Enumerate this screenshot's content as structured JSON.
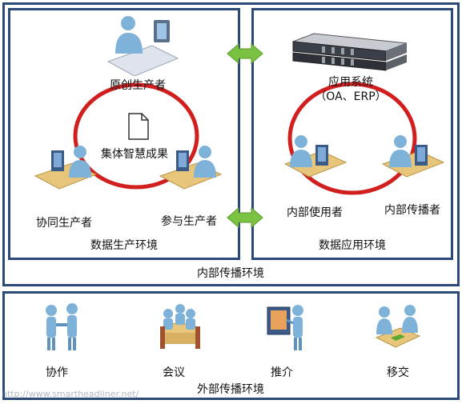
{
  "inner_env": {
    "title": "内部传播环境",
    "production": {
      "title": "数据生产环境",
      "original_producer": "原创生产者",
      "core": "集体智慧成果",
      "collab_producer": "协同生产者",
      "participant_producer": "参与生产者"
    },
    "application": {
      "title": "数据应用环境",
      "system_line1": "应用系统",
      "system_line2": "（OA、ERP）",
      "internal_user": "内部使用者",
      "internal_disseminator": "内部传播者"
    }
  },
  "outer_env": {
    "title": "外部传播环境",
    "items": [
      {
        "label": "协作",
        "icon": "collaboration-icon"
      },
      {
        "label": "会议",
        "icon": "meeting-icon"
      },
      {
        "label": "推介",
        "icon": "presentation-icon"
      },
      {
        "label": "移交",
        "icon": "handover-icon"
      }
    ]
  },
  "colors": {
    "border": "#2b4a7a",
    "ring": "#d11e1e",
    "arrow": "#7cc242",
    "person": "#7fb2d8"
  },
  "watermark": "http://www.smartheadliner.net/"
}
